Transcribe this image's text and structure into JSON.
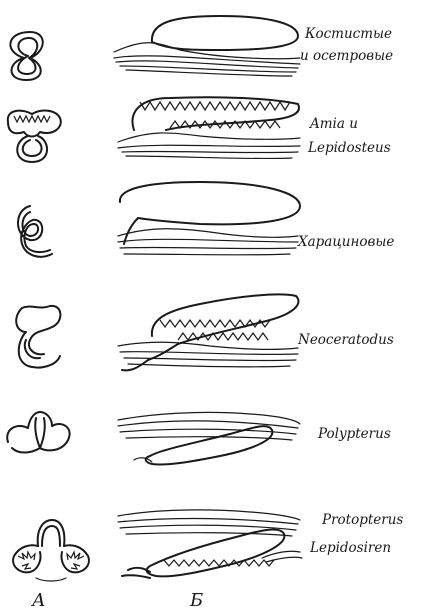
{
  "rows": [
    {
      "label_line1": "Костистые",
      "label_line2": "и осетровые"
    },
    {
      "label_line1": "Amia и",
      "label_line2": "Lepidosteus"
    },
    {
      "label_line1": "Харациновые",
      "label_line2": ""
    },
    {
      "label_line1": "Neoceratodus",
      "label_line2": ""
    },
    {
      "label_line1": "Polypterus",
      "label_line2": ""
    },
    {
      "label_line1": "Protopterus",
      "label_line2": "Lepidosiren"
    }
  ],
  "columns": {
    "a": "А",
    "b": "Б"
  }
}
